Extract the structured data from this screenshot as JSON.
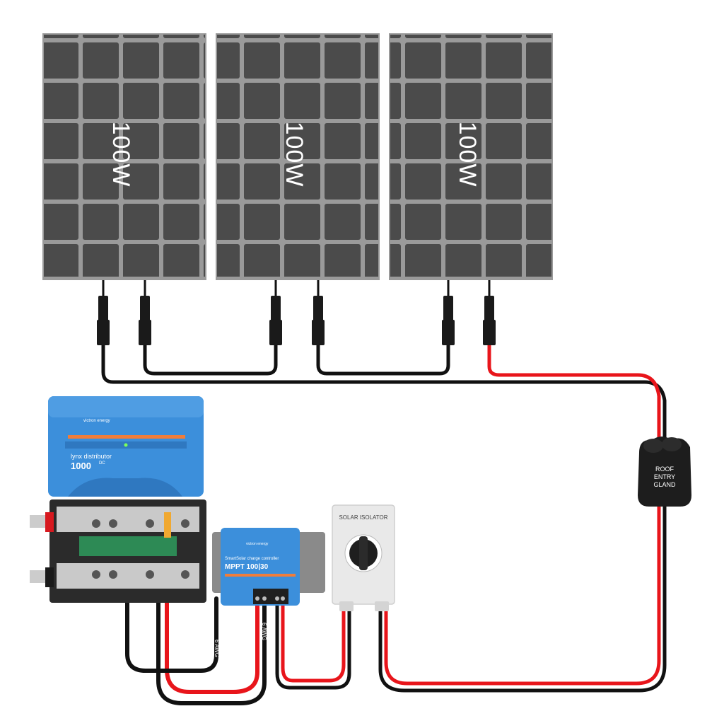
{
  "panels": [
    {
      "label": "100W"
    },
    {
      "label": "100W"
    },
    {
      "label": "100W"
    }
  ],
  "lynx": {
    "brand": "victron energy",
    "name": "lynx distributor",
    "rating": "1000",
    "unit": "DC"
  },
  "mppt": {
    "brand": "victron energy",
    "line": "SmartSolar charge controller",
    "model": "MPPT 100|30"
  },
  "isolator": {
    "label": "SOLAR ISOLATOR"
  },
  "gland": {
    "line1": "ROOF",
    "line2": "ENTRY",
    "line3": "GLAND"
  },
  "cable_labels": {
    "battery_feed": "6 AWG",
    "mppt_battery": "6 AWG"
  },
  "colors": {
    "panel_frame": "#9a9a9a",
    "panel_cell": "#4a4a4a",
    "victron_blue": "#3c8fdb",
    "victron_orange": "#f07d3a",
    "cable_red": "#e8151b",
    "cable_black": "#111111",
    "isolator_body": "#e9e9e9"
  }
}
